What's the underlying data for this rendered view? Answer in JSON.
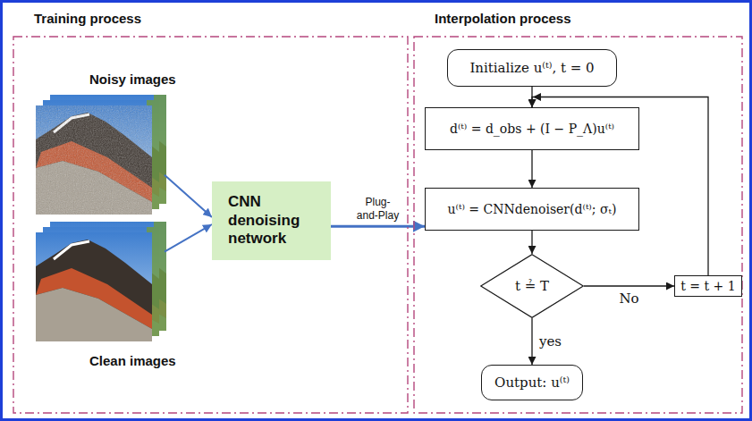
{
  "diagram": {
    "nodes": [
      {
        "text": [
          "Training process"
        ]
      },
      {
        "text": [
          "Interpolation process"
        ]
      },
      {
        "text": [
          "Noisy images"
        ],
        "in": 0
      },
      {
        "text": [
          "Clean images"
        ],
        "in": 0
      },
      {
        "text": [
          "CNN denoising network"
        ],
        "in": 0
      },
      {
        "text": [
          "Initialize u⁽ᵗ⁾, t = 0"
        ],
        "in": 1
      },
      {
        "text": [
          "d⁽ᵗ⁾ = d_obs + (I − P_Λ)u⁽ᵗ⁾"
        ],
        "in": 1
      },
      {
        "text": [
          "u⁽ᵗ⁾ = CNNdenoiser(d⁽ᵗ⁾; σₜ)"
        ],
        "in": 1
      },
      {
        "text": [
          "t ≟ T"
        ],
        "in": 1
      },
      {
        "text": [
          "t = t + 1"
        ],
        "in": 1
      },
      {
        "text": [
          "Output: u⁽ᵗ⁾"
        ],
        "in": 1
      }
    ],
    "edges": [
      {
        "from": 2,
        "to": 4,
        "arrow": "to"
      },
      {
        "from": 3,
        "to": 4,
        "arrow": "to"
      },
      {
        "from": 4,
        "to": 7,
        "arrow": "to",
        "label": "Plug- and-Play"
      },
      {
        "from": 5,
        "to": 6,
        "arrow": "to"
      },
      {
        "from": 6,
        "to": 7,
        "arrow": "to"
      },
      {
        "from": 7,
        "to": 8,
        "arrow": "to"
      },
      {
        "from": 8,
        "to": 10,
        "arrow": "to",
        "label": "yes"
      },
      {
        "from": 8,
        "to": 9,
        "arrow": "to",
        "label": "No"
      },
      {
        "from": 9,
        "to": 6,
        "arrow": "to"
      }
    ]
  }
}
